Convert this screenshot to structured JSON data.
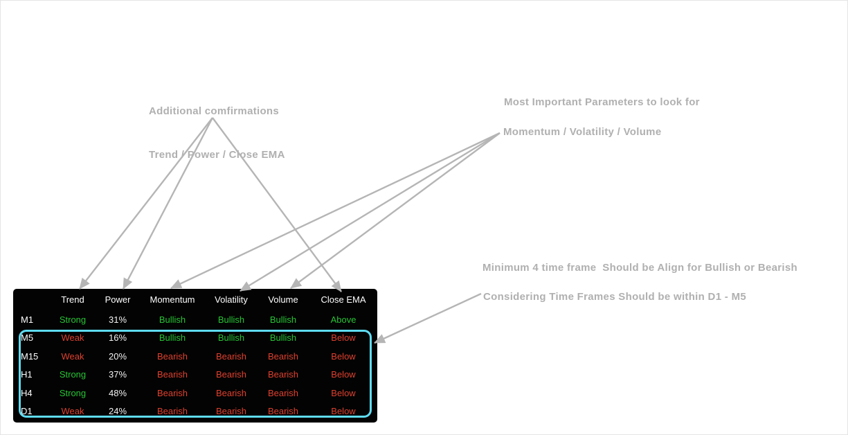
{
  "annotations": {
    "additional": {
      "line1": "Additional comfirmations",
      "line2": "Trend / Power / Close EMA"
    },
    "important": {
      "line1": "Most Important Parameters to look for",
      "line2": "Momentum / Volatility / Volume"
    },
    "alignment": {
      "line1": "Minimum 4 time frame  Should be Align for Bullish or Bearish",
      "line2": "Considering Time Frames Should be within D1 - M5"
    }
  },
  "colors": {
    "annotation_text": "#b0b0b0",
    "arrow": "#b5b5b5",
    "table_background": "#030303",
    "header_text": "#ffffff",
    "bullish_green": "#27c434",
    "bearish_red": "#e0402e",
    "neutral_white": "#f2f2f2",
    "highlight_cyan": "#5fdcf2"
  },
  "table": {
    "headers": [
      "",
      "Trend",
      "Power",
      "Momentum",
      "Volatility",
      "Volume",
      "Close EMA"
    ],
    "rows": [
      {
        "timeframe": "M1",
        "cells": [
          {
            "text": "Strong",
            "color": "green"
          },
          {
            "text": "31%",
            "color": "white"
          },
          {
            "text": "Bullish",
            "color": "green"
          },
          {
            "text": "Bullish",
            "color": "green"
          },
          {
            "text": "Bullish",
            "color": "green"
          },
          {
            "text": "Above",
            "color": "green"
          }
        ],
        "highlighted": false
      },
      {
        "timeframe": "M5",
        "cells": [
          {
            "text": "Weak",
            "color": "red"
          },
          {
            "text": "16%",
            "color": "white"
          },
          {
            "text": "Bullish",
            "color": "green"
          },
          {
            "text": "Bullish",
            "color": "green"
          },
          {
            "text": "Bullish",
            "color": "green"
          },
          {
            "text": "Below",
            "color": "red"
          }
        ],
        "highlighted": true
      },
      {
        "timeframe": "M15",
        "cells": [
          {
            "text": "Weak",
            "color": "red"
          },
          {
            "text": "20%",
            "color": "white"
          },
          {
            "text": "Bearish",
            "color": "red"
          },
          {
            "text": "Bearish",
            "color": "red"
          },
          {
            "text": "Bearish",
            "color": "red"
          },
          {
            "text": "Below",
            "color": "red"
          }
        ],
        "highlighted": true
      },
      {
        "timeframe": "H1",
        "cells": [
          {
            "text": "Strong",
            "color": "green"
          },
          {
            "text": "37%",
            "color": "white"
          },
          {
            "text": "Bearish",
            "color": "red"
          },
          {
            "text": "Bearish",
            "color": "red"
          },
          {
            "text": "Bearish",
            "color": "red"
          },
          {
            "text": "Below",
            "color": "red"
          }
        ],
        "highlighted": true
      },
      {
        "timeframe": "H4",
        "cells": [
          {
            "text": "Strong",
            "color": "green"
          },
          {
            "text": "48%",
            "color": "white"
          },
          {
            "text": "Bearish",
            "color": "red"
          },
          {
            "text": "Bearish",
            "color": "red"
          },
          {
            "text": "Bearish",
            "color": "red"
          },
          {
            "text": "Below",
            "color": "red"
          }
        ],
        "highlighted": true
      },
      {
        "timeframe": "D1",
        "cells": [
          {
            "text": "Weak",
            "color": "red"
          },
          {
            "text": "24%",
            "color": "white"
          },
          {
            "text": "Bearish",
            "color": "red"
          },
          {
            "text": "Bearish",
            "color": "red"
          },
          {
            "text": "Bearish",
            "color": "red"
          },
          {
            "text": "Below",
            "color": "red"
          }
        ],
        "highlighted": true
      }
    ],
    "highlight_range": {
      "from": "M5",
      "to": "D1"
    }
  }
}
